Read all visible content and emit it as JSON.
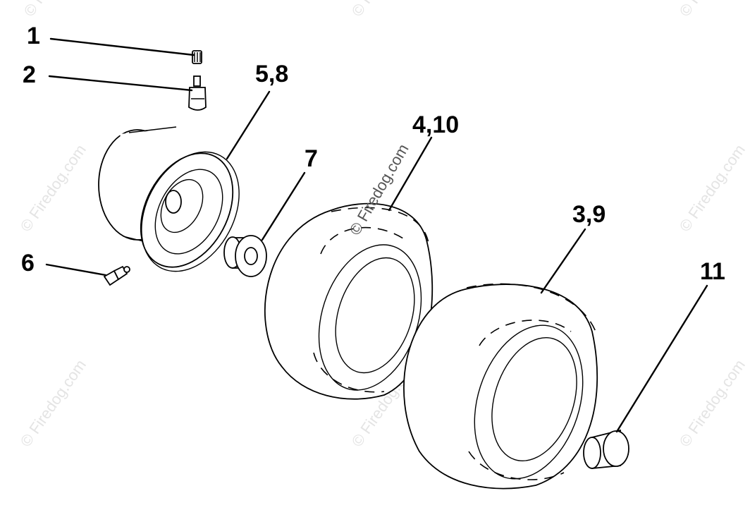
{
  "callouts": {
    "c1": "1",
    "c2": "2",
    "c58": "5,8",
    "c410": "4,10",
    "c7": "7",
    "c39": "3,9",
    "c6": "6",
    "c11": "11"
  },
  "watermark": {
    "text": "© Firedog.com",
    "overlay_text": "© Firedog.com"
  }
}
